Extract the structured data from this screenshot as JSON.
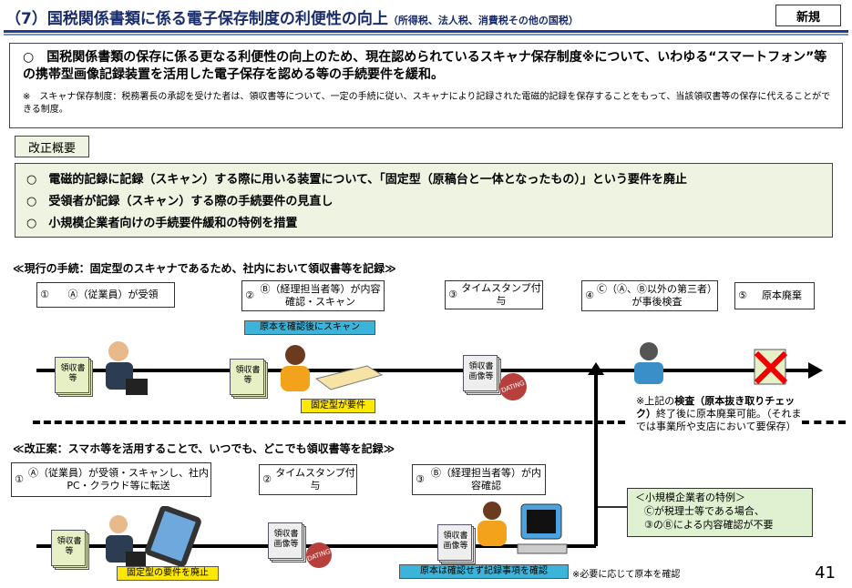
{
  "title": {
    "main": "（7）国税関係書類に係る電子保存制度の利便性の向上",
    "sub": "（所得税、法人税、消費税その他の国税）"
  },
  "badge": "新規",
  "summary": {
    "main": "○　国税関係書類の保存に係る更なる利便性の向上のため、現在認められているスキャナ保存制度※について、いわゆる“スマートフォン”等の携帯型画像記録装置を活用した電子保存を認める等の手続要件を緩和。",
    "note": "※　スキャナ保存制度：税務署長の承認を受けた者は、領収書等について、一定の手続に従い、スキャナにより記録された電磁的記録を保存することをもって、当該領収書等の保存に代えることができる制度。"
  },
  "gaiyo_label": "改正概要",
  "reforms": [
    "○　電磁的記録に記録（スキャン）する際に用いる装置について、「固定型（原稿台と一体となったもの）」という要件を廃止",
    "○　受領者が記録（スキャン）する際の手続要件の見直し",
    "○　小規模企業者向けの手続要件緩和の特例を措置"
  ],
  "current": {
    "heading": "≪現行の手続：固定型のスキャナであるため、社内において領収書等を記録≫",
    "steps": [
      {
        "num": "①",
        "text": "Ⓐ（従業員）が受領"
      },
      {
        "num": "②",
        "text": "Ⓑ（経理担当者等）が内容確認・スキャン"
      },
      {
        "num": "③",
        "text": "タイムスタンプ付与"
      },
      {
        "num": "④",
        "text": "Ⓒ（Ⓐ、Ⓑ以外の第三者）が事後検査"
      },
      {
        "num": "⑤",
        "text": "原本廃棄"
      }
    ],
    "tag_scan": "原本を確認後にスキャン",
    "tag_fixed": "固定型が要件",
    "doc_receipt": "領収書等",
    "doc_image": "領収書画像等",
    "stamp": "DATING",
    "inspect_note_1": "※上記の",
    "inspect_note_bold": "検査（原本抜き取りチェック）",
    "inspect_note_2": "終了後に原本廃棄可能。（それまでは事業所や支店において要保存）"
  },
  "revised": {
    "heading": "≪改正案：スマホ等を活用することで、いつでも、どこでも領収書等を記録≫",
    "steps": [
      {
        "num": "①",
        "text": "Ⓐ（従業員）が受領・スキャンし、社内PC・クラウド等に転送"
      },
      {
        "num": "②",
        "text": "タイムスタンプ付与"
      },
      {
        "num": "③",
        "text": "Ⓑ（経理担当者等）が内容確認"
      }
    ],
    "tag_abolish": "固定型の要件を廃止",
    "tag_nocheck": "原本は確認せず記録事項を確認",
    "original_note": "※必要に応じて原本を確認",
    "special": {
      "title": "＜小規模企業者の特例＞",
      "line1": "Ⓒが税理士等である場合、",
      "line2": "③のⒷによる内容確認が不要"
    }
  },
  "page_number": "41",
  "colors": {
    "title": "#1a2d6b",
    "green_bg": "#eef3e2",
    "yellow": "#ffe800",
    "blue": "#3cb4d9"
  }
}
